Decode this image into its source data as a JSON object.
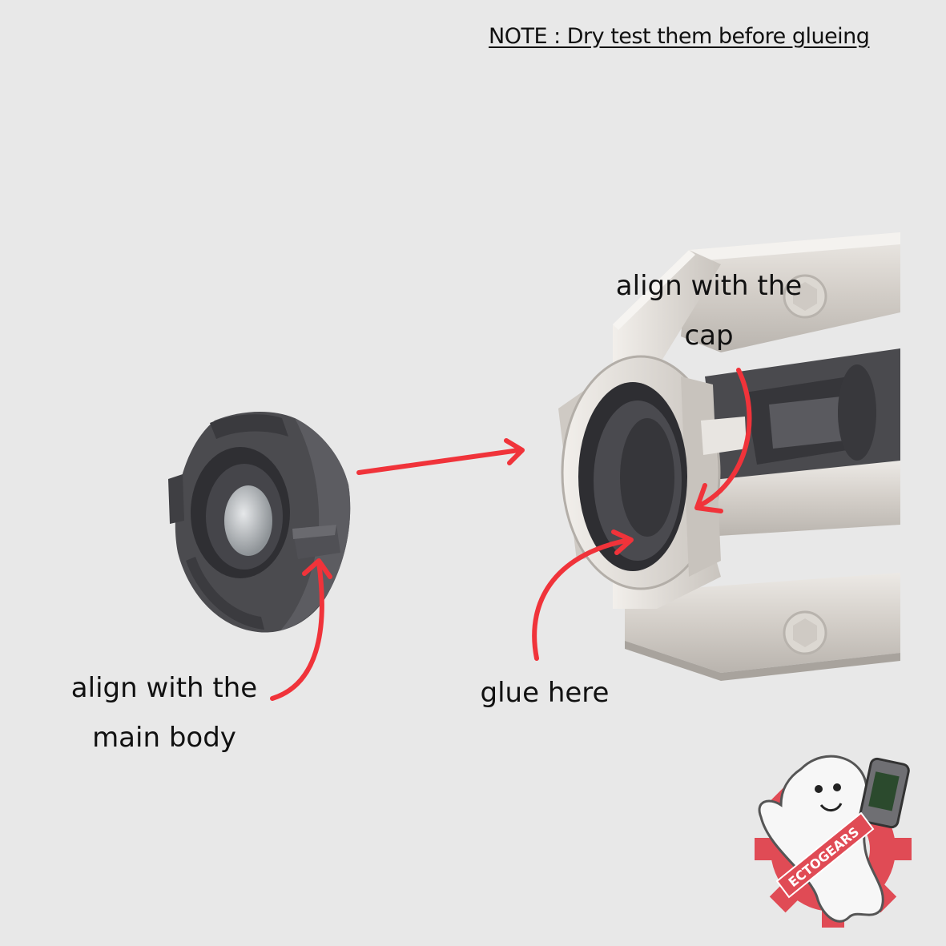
{
  "note": "NOTE : Dry test them before glueing",
  "labels": {
    "cap": [
      "align with the",
      "cap"
    ],
    "body": [
      "align with the",
      "main body"
    ],
    "glue": "glue here"
  },
  "logo": {
    "text": "ECTOGEARS",
    "icon": "ghost-mascot-icon"
  },
  "colors": {
    "background": "#e8e8e8",
    "arrow": "#f0333a",
    "part_dark": "#4a4a4e",
    "part_light": "#d6d1cb",
    "logo_gear": "#e04b55"
  }
}
